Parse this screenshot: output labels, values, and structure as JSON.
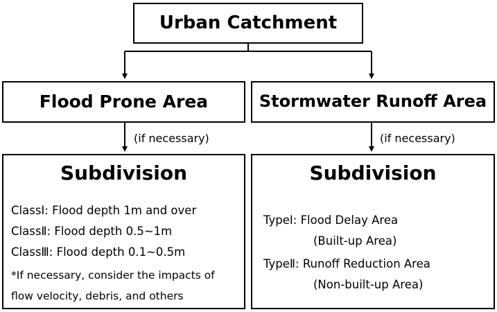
{
  "top": {
    "title": "Urban Catchment"
  },
  "left_branch": {
    "title": "Flood Prone Area",
    "note": "(if necessary)",
    "subdivision": {
      "title": "Subdivision",
      "lines": [
        "ClassⅠ: Flood depth 1m and over",
        "ClassⅡ: Flood depth 0.5~1m",
        "ClassⅢ: Flood depth 0.1~0.5m",
        "*If necessary, consider the impacts of",
        "flow velocity, debris, and others"
      ]
    }
  },
  "right_branch": {
    "title": "Stormwater Runoff Area",
    "note": "(if necessary)",
    "subdivision": {
      "title": "Subdivision",
      "lines": [
        "TypeⅠ: Flood Delay Area",
        "(Built-up Area)",
        "TypeⅡ: Runoff Reduction Area",
        "(Non-built-up Area)"
      ]
    }
  }
}
